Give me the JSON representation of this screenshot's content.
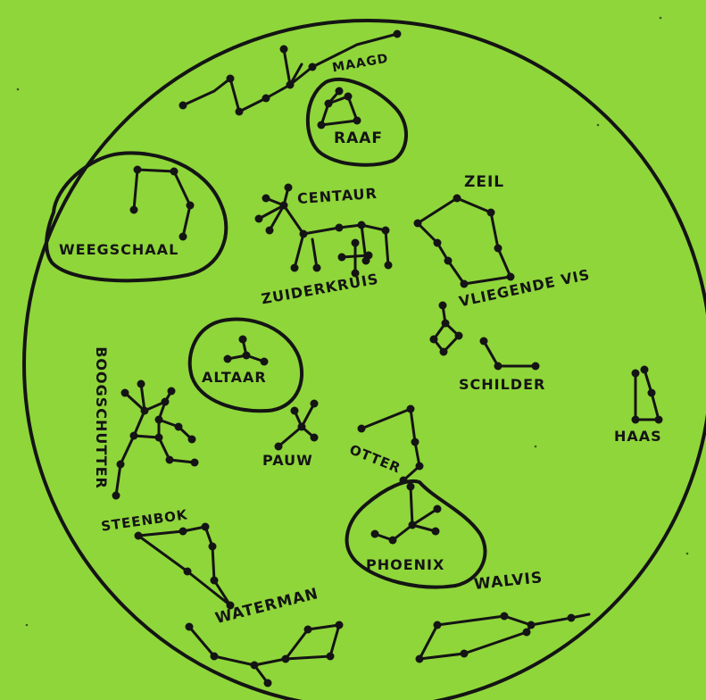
{
  "map": {
    "background_color": "#8fd63a",
    "ink_color": "#141414"
  },
  "constellations": [
    {
      "key": "maagd",
      "label": "MAAGD"
    },
    {
      "key": "raaf",
      "label": "RAAF"
    },
    {
      "key": "weegschaal",
      "label": "WEEGSCHAAL"
    },
    {
      "key": "centaur",
      "label": "CENTAUR"
    },
    {
      "key": "zeil",
      "label": "ZEIL"
    },
    {
      "key": "zuiderkruis",
      "label": "ZUIDERKRUIS"
    },
    {
      "key": "vliegende_vis",
      "label": "VLIEGENDE VIS"
    },
    {
      "key": "altaar",
      "label": "ALTAAR"
    },
    {
      "key": "schilder",
      "label": "SCHILDER"
    },
    {
      "key": "boogschutter",
      "label": "BOOGSCHUTTER"
    },
    {
      "key": "haas",
      "label": "HAAS"
    },
    {
      "key": "pauw",
      "label": "PAUW"
    },
    {
      "key": "otter",
      "label": "OTTER"
    },
    {
      "key": "steenbok",
      "label": "STEENBOK"
    },
    {
      "key": "phoenix",
      "label": "PHOENIX"
    },
    {
      "key": "waterman",
      "label": "WATERMAN"
    },
    {
      "key": "walvis",
      "label": "WALVIS"
    }
  ]
}
